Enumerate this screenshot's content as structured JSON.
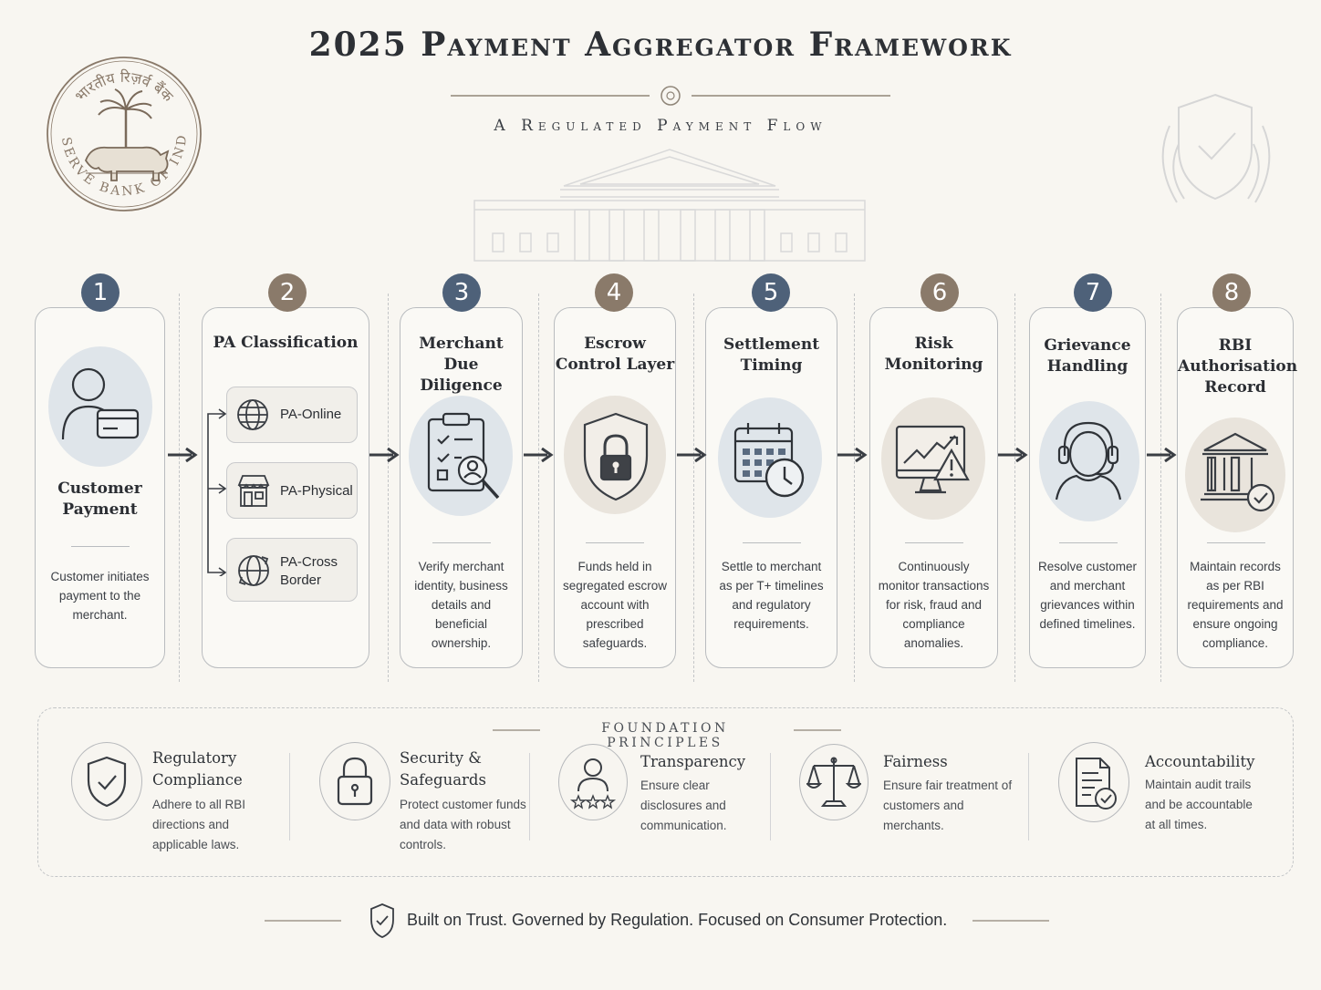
{
  "header": {
    "title": "2025 Payment Aggregator Framework",
    "subtitle": "A Regulated Payment Flow",
    "seal_text": "भारतीय रिज़र्व बैंक RESERVE BANK OF INDIA"
  },
  "colors": {
    "badge_blue": "#4e6179",
    "badge_brown": "#8a7a6a",
    "icon_bg_blue": "#dfe5ea",
    "icon_bg_beige": "#e9e4dc",
    "background": "#f8f6f1"
  },
  "steps": [
    {
      "number": "1",
      "title": "Customer Payment",
      "description": "Customer initiates payment to the merchant.",
      "icon": "customer-card-icon"
    },
    {
      "number": "2",
      "title": "PA Classification",
      "options": [
        {
          "label": "PA-Online",
          "icon": "globe-icon"
        },
        {
          "label": "PA-Physical",
          "icon": "storefront-icon"
        },
        {
          "label": "PA-Cross Border",
          "icon": "globe-arrows-icon"
        }
      ]
    },
    {
      "number": "3",
      "title": "Merchant Due Diligence",
      "description": "Verify merchant identity, business details and beneficial ownership.",
      "icon": "clipboard-search-icon"
    },
    {
      "number": "4",
      "title": "Escrow Control Layer",
      "description": "Funds held in segregated escrow account with prescribed safeguards.",
      "icon": "shield-lock-icon"
    },
    {
      "number": "5",
      "title": "Settlement Timing",
      "description": "Settle to merchant as per T+ timelines and regulatory requirements.",
      "icon": "calendar-clock-icon"
    },
    {
      "number": "6",
      "title": "Risk Monitoring",
      "description": "Continuously monitor transactions for risk, fraud and compliance anomalies.",
      "icon": "monitor-alert-icon"
    },
    {
      "number": "7",
      "title": "Grievance Handling",
      "description": "Resolve customer and merchant grievances within defined timelines.",
      "icon": "headset-agent-icon"
    },
    {
      "number": "8",
      "title": "RBI Authorisation Record",
      "description": "Maintain records as per RBI requirements and ensure ongoing compliance.",
      "icon": "bank-check-icon"
    }
  ],
  "principles": {
    "heading": "Foundation Principles",
    "items": [
      {
        "title": "Regulatory Compliance",
        "description": "Adhere to all RBI directions and applicable laws.",
        "icon": "shield-check-icon"
      },
      {
        "title": "Security & Safeguards",
        "description": "Protect customer funds and data with robust controls.",
        "icon": "padlock-icon"
      },
      {
        "title": "Transparency",
        "description": "Ensure clear disclosures and communication.",
        "icon": "person-stars-icon"
      },
      {
        "title": "Fairness",
        "description": "Ensure fair treatment of customers and merchants.",
        "icon": "scales-icon"
      },
      {
        "title": "Accountability",
        "description": "Maintain audit trails and be accountable at all times.",
        "icon": "document-check-icon"
      }
    ]
  },
  "footer": {
    "tagline": "Built on Trust. Governed by Regulation. Focused on Consumer Protection."
  }
}
